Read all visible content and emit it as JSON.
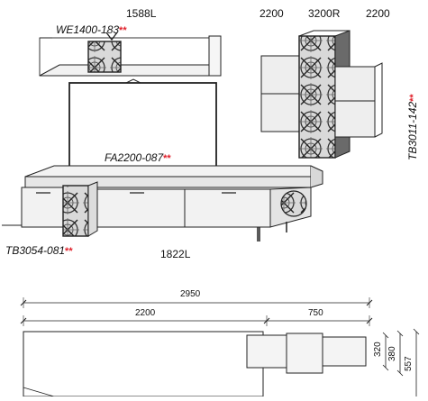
{
  "labels": {
    "top_left_width": "1588L",
    "top_w1": "2200",
    "top_w2": "3200R",
    "top_w3": "2200",
    "bottom_width": "1822L"
  },
  "codes": {
    "we1400": {
      "code": "WE1400-183",
      "mark": "**"
    },
    "fa2200": {
      "code": "FA2200-087",
      "mark": "**"
    },
    "tb3054": {
      "code": "TB3054-081",
      "mark": "**"
    },
    "tb3011": {
      "code": "TB3011-142",
      "mark": "**"
    }
  },
  "dimensions": {
    "total": "2950",
    "left": "2200",
    "right": "750",
    "h1": "320",
    "h2": "380",
    "h3": "557"
  },
  "colors": {
    "line": "#222222",
    "panel": "#e8e8e8",
    "shelf": "#f4f4f4",
    "dark": "#5a5a5a",
    "mark": "#e0202a"
  }
}
